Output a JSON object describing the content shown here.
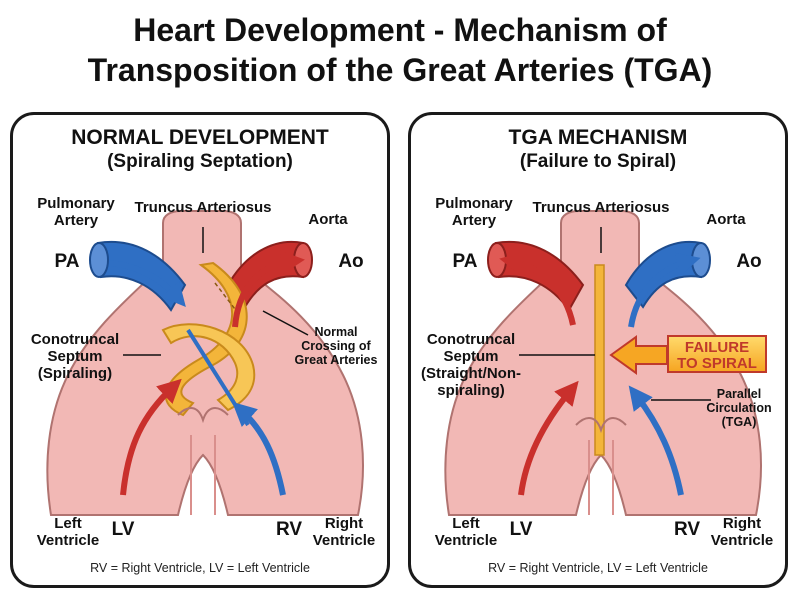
{
  "title_line1": "Heart Development - Mechanism of",
  "title_line2": "Transposition of the Great Arteries (TGA)",
  "left": {
    "heading": "NORMAL DEVELOPMENT",
    "subheading": "(Spiraling Septation)",
    "pulmonary_artery": "Pulmonary\nArtery",
    "truncus": "Truncus Arteriosus",
    "aorta": "Aorta",
    "pa": "PA",
    "ao": "Ao",
    "septum": "Conotruncal\nSeptum\n(Spiraling)",
    "crossing": "Normal\nCrossing of\nGreat Arteries",
    "left_ventricle": "Left\nVentricle",
    "lv": "LV",
    "rv": "RV",
    "right_ventricle": "Right\nVentricle",
    "footnote": "RV = Right Ventricle, LV = Left Ventricle"
  },
  "right": {
    "heading": "TGA MECHANISM",
    "subheading": "(Failure to Spiral)",
    "pulmonary_artery": "Pulmonary\nArtery",
    "truncus": "Truncus Arteriosus",
    "aorta": "Aorta",
    "pa": "PA",
    "ao": "Ao",
    "septum": "Conotruncal\nSeptum\n(Straight/Non-\nspiraling)",
    "failure": "FAILURE\nTO SPIRAL",
    "parallel": "Parallel\nCirculation\n(TGA)",
    "left_ventricle": "Left\nVentricle",
    "lv": "LV",
    "rv": "RV",
    "right_ventricle": "Right\nVentricle",
    "footnote": "RV = Right Ventricle, LV = Left Ventricle"
  },
  "colors": {
    "tissue": "#f2b8b5",
    "tissue_dark": "#d98f8c",
    "blue": "#2f6fc4",
    "red": "#c9302c",
    "septum": "#f3b53a"
  }
}
